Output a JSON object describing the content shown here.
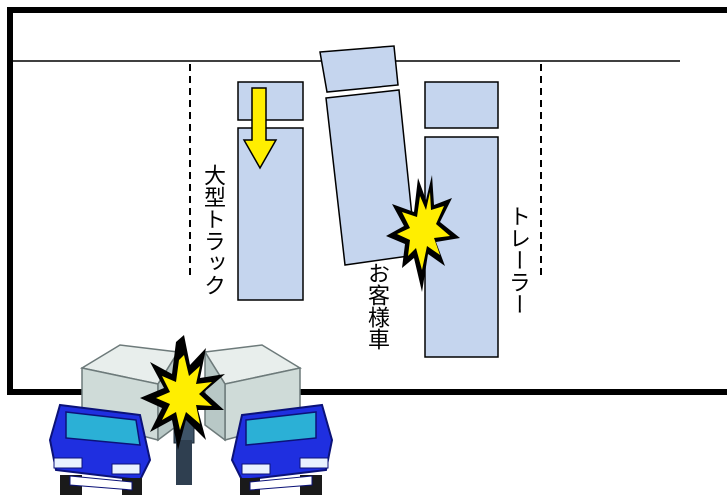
{
  "labels": {
    "large_truck": "大型トラック",
    "customer_car": "お客様車",
    "trailer": "トレーラー"
  },
  "colors": {
    "vehicle_fill": "#c5d5ee",
    "vehicle_stroke": "#000000",
    "arrow": "#ffee00",
    "impact": "#ffee00",
    "lorry_body": "#1f2fe0",
    "lorry_box": "#cfdbd8"
  },
  "icons": {
    "movement": "down-arrow-icon",
    "collision": "impact-star-icon"
  }
}
